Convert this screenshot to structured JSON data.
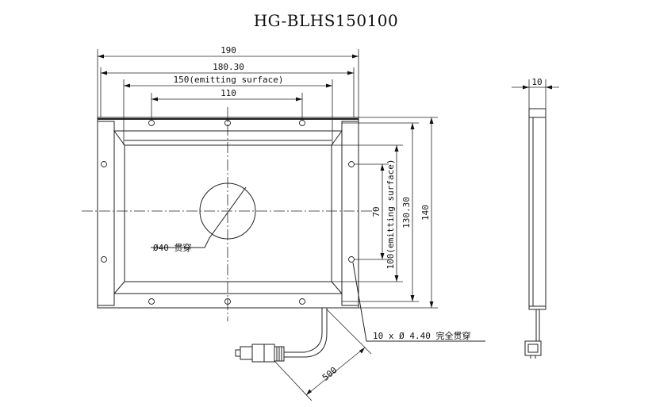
{
  "title": "HG-BLHS150100",
  "dimensions": {
    "overall_width": "190",
    "inner_width": "180.30",
    "emitting_width": "150(emitting surface)",
    "hole_spacing_width": "110",
    "overall_height": "140",
    "inner_height": "130.30",
    "emitting_height": "100(emitting surface)",
    "hole_spacing_height": "70",
    "thickness": "10",
    "cable_length": "500"
  },
  "annotations": {
    "center_hole": "Ø40 贯穿",
    "mount_holes": "10 x  Ø 4.40 完全贯穿"
  }
}
